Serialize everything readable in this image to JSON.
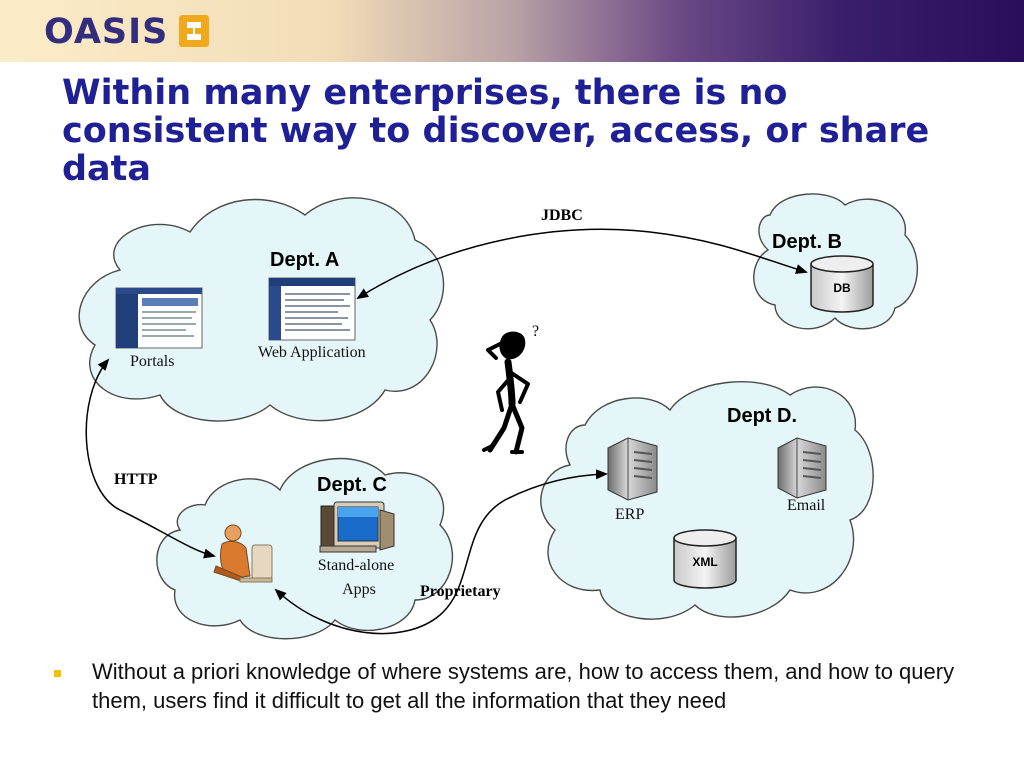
{
  "header": {
    "logo_text": "OASIS"
  },
  "slide": {
    "title": "Within many enterprises, there is no consistent way to discover, access, or share data",
    "bullet": "Without a priori knowledge of where systems are, how to access them, and how to query them, users find it difficult to get all the information that they need"
  },
  "diagram": {
    "dept_a": {
      "name": "Dept. A",
      "portals": "Portals",
      "web_app": "Web Application"
    },
    "dept_b": {
      "name": "Dept. B",
      "db": "DB"
    },
    "dept_c": {
      "name": "Dept. C",
      "apps_line1": "Stand-alone",
      "apps_line2": "Apps"
    },
    "dept_d": {
      "name": "Dept D.",
      "erp": "ERP",
      "email": "Email",
      "xml": "XML"
    },
    "protocols": {
      "jdbc": "JDBC",
      "http": "HTTP",
      "proprietary": "Proprietary"
    },
    "question_mark": "?"
  },
  "colors": {
    "title": "#1f1f96",
    "cloud": "#e4f6f8",
    "logo": "#332d7e",
    "bullet": "#f2c200"
  }
}
